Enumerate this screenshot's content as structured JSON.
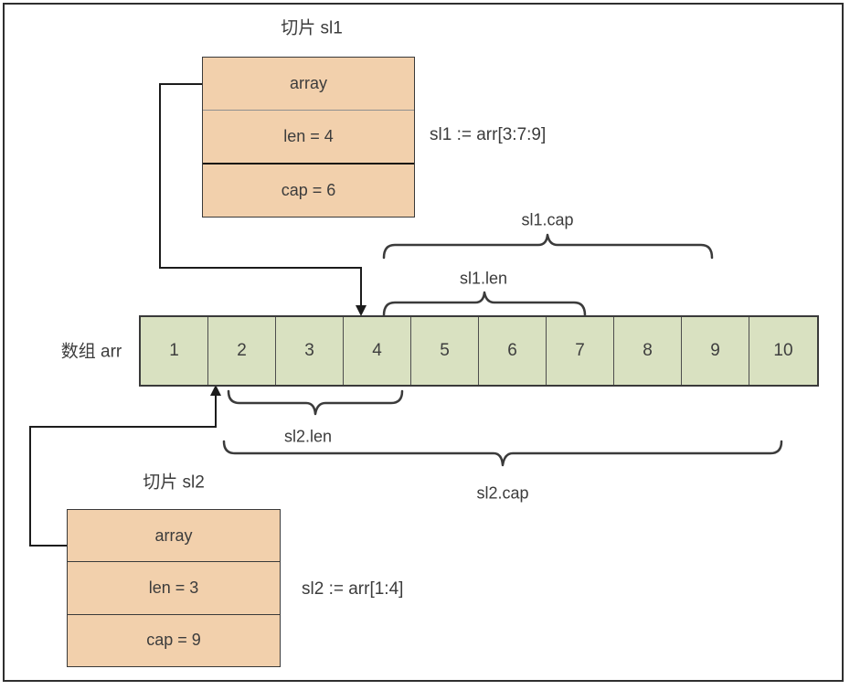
{
  "diagram": {
    "sl1": {
      "title": "切片 sl1",
      "fields": {
        "array": "array",
        "len": "len = 4",
        "cap": "cap = 6"
      },
      "expression": "sl1 := arr[3:7:9]",
      "cap_label": "sl1.cap",
      "len_label": "sl1.len"
    },
    "sl2": {
      "title": "切片 sl2",
      "fields": {
        "array": "array",
        "len": "len = 3",
        "cap": "cap = 9"
      },
      "expression": "sl2 := arr[1:4]",
      "cap_label": "sl2.cap",
      "len_label": "sl2.len"
    },
    "array": {
      "label": "数组 arr",
      "values": [
        "1",
        "2",
        "3",
        "4",
        "5",
        "6",
        "7",
        "8",
        "9",
        "10"
      ]
    },
    "colors": {
      "slice_fill": "#f2d0ac",
      "array_fill": "#d9e1c1",
      "line": "#2b2b2b"
    }
  }
}
